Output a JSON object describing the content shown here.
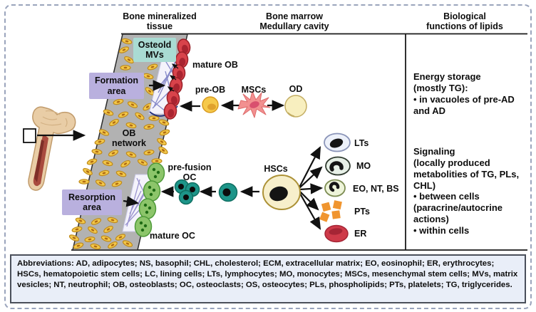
{
  "figure": {
    "headers": {
      "col1": "Bone mineralized\ntissue",
      "col2": "Bone marrow\nMedullary cavity",
      "col3": "Biological\nfunctions of lipids"
    },
    "labels": {
      "osteoid_mvs": "Osteold\nMVs",
      "formation_area": "Formation\narea",
      "ob_network": "OB\nnetwork",
      "resorption_area": "Resorption\narea",
      "mature_ob": "mature OB",
      "pre_ob": "pre-OB",
      "mscs": "MSCs",
      "od": "OD",
      "hscs": "HSCs",
      "pre_fusion_oc": "pre-fusion\nOC",
      "mature_oc": "mature OC",
      "lts": "LTs",
      "mo": "MO",
      "eo_nt_bs": "EO, NT, BS",
      "pts": "PTs",
      "er": "ER"
    },
    "right_panel": {
      "energy": "Energy storage\n(mostly TG):\n• in vacuoles of pre-AD\nand AD",
      "signaling": "Signaling\n(locally produced\nmetabolities of TG, PLs,\nCHL)\n• between cells\n(paracrine/autocrine\nactions)\n• within cells"
    },
    "abbreviations": "Abbreviations: AD, adipocytes; NS, basophil; CHL, cholesterol; ECM, extracellular matrix; EO, eosinophil; ER, erythrocytes; HSCs, hematopoietic stem cells; LC, lining cells; LTs, lymphocytes; MO, monocytes; MSCs, mesenchymal stem cells; MVs, matrix vesicles; NT, neutrophil; OB, osteoblasts; OC, osteoclasts; OS, osteocytes; PLs, phospholipids; PTs, platelets; TG, triglycerides.",
    "colors": {
      "label_lavender": "#b9b0de",
      "label_teal": "#a9dbd3",
      "bone_matrix_gray": "#b2b2b2",
      "osteoblast_red": "#d8434b",
      "osteoclast_green": "#8cc56a",
      "osteoclast_teal": "#1d9589",
      "hsc_yellow": "#f7efcb",
      "platelet_orange": "#f0952f",
      "erythrocyte_red": "#ce3a49",
      "abbrev_box_bg": "#e9eef8",
      "dashed_border": "#9aa4bc"
    }
  }
}
